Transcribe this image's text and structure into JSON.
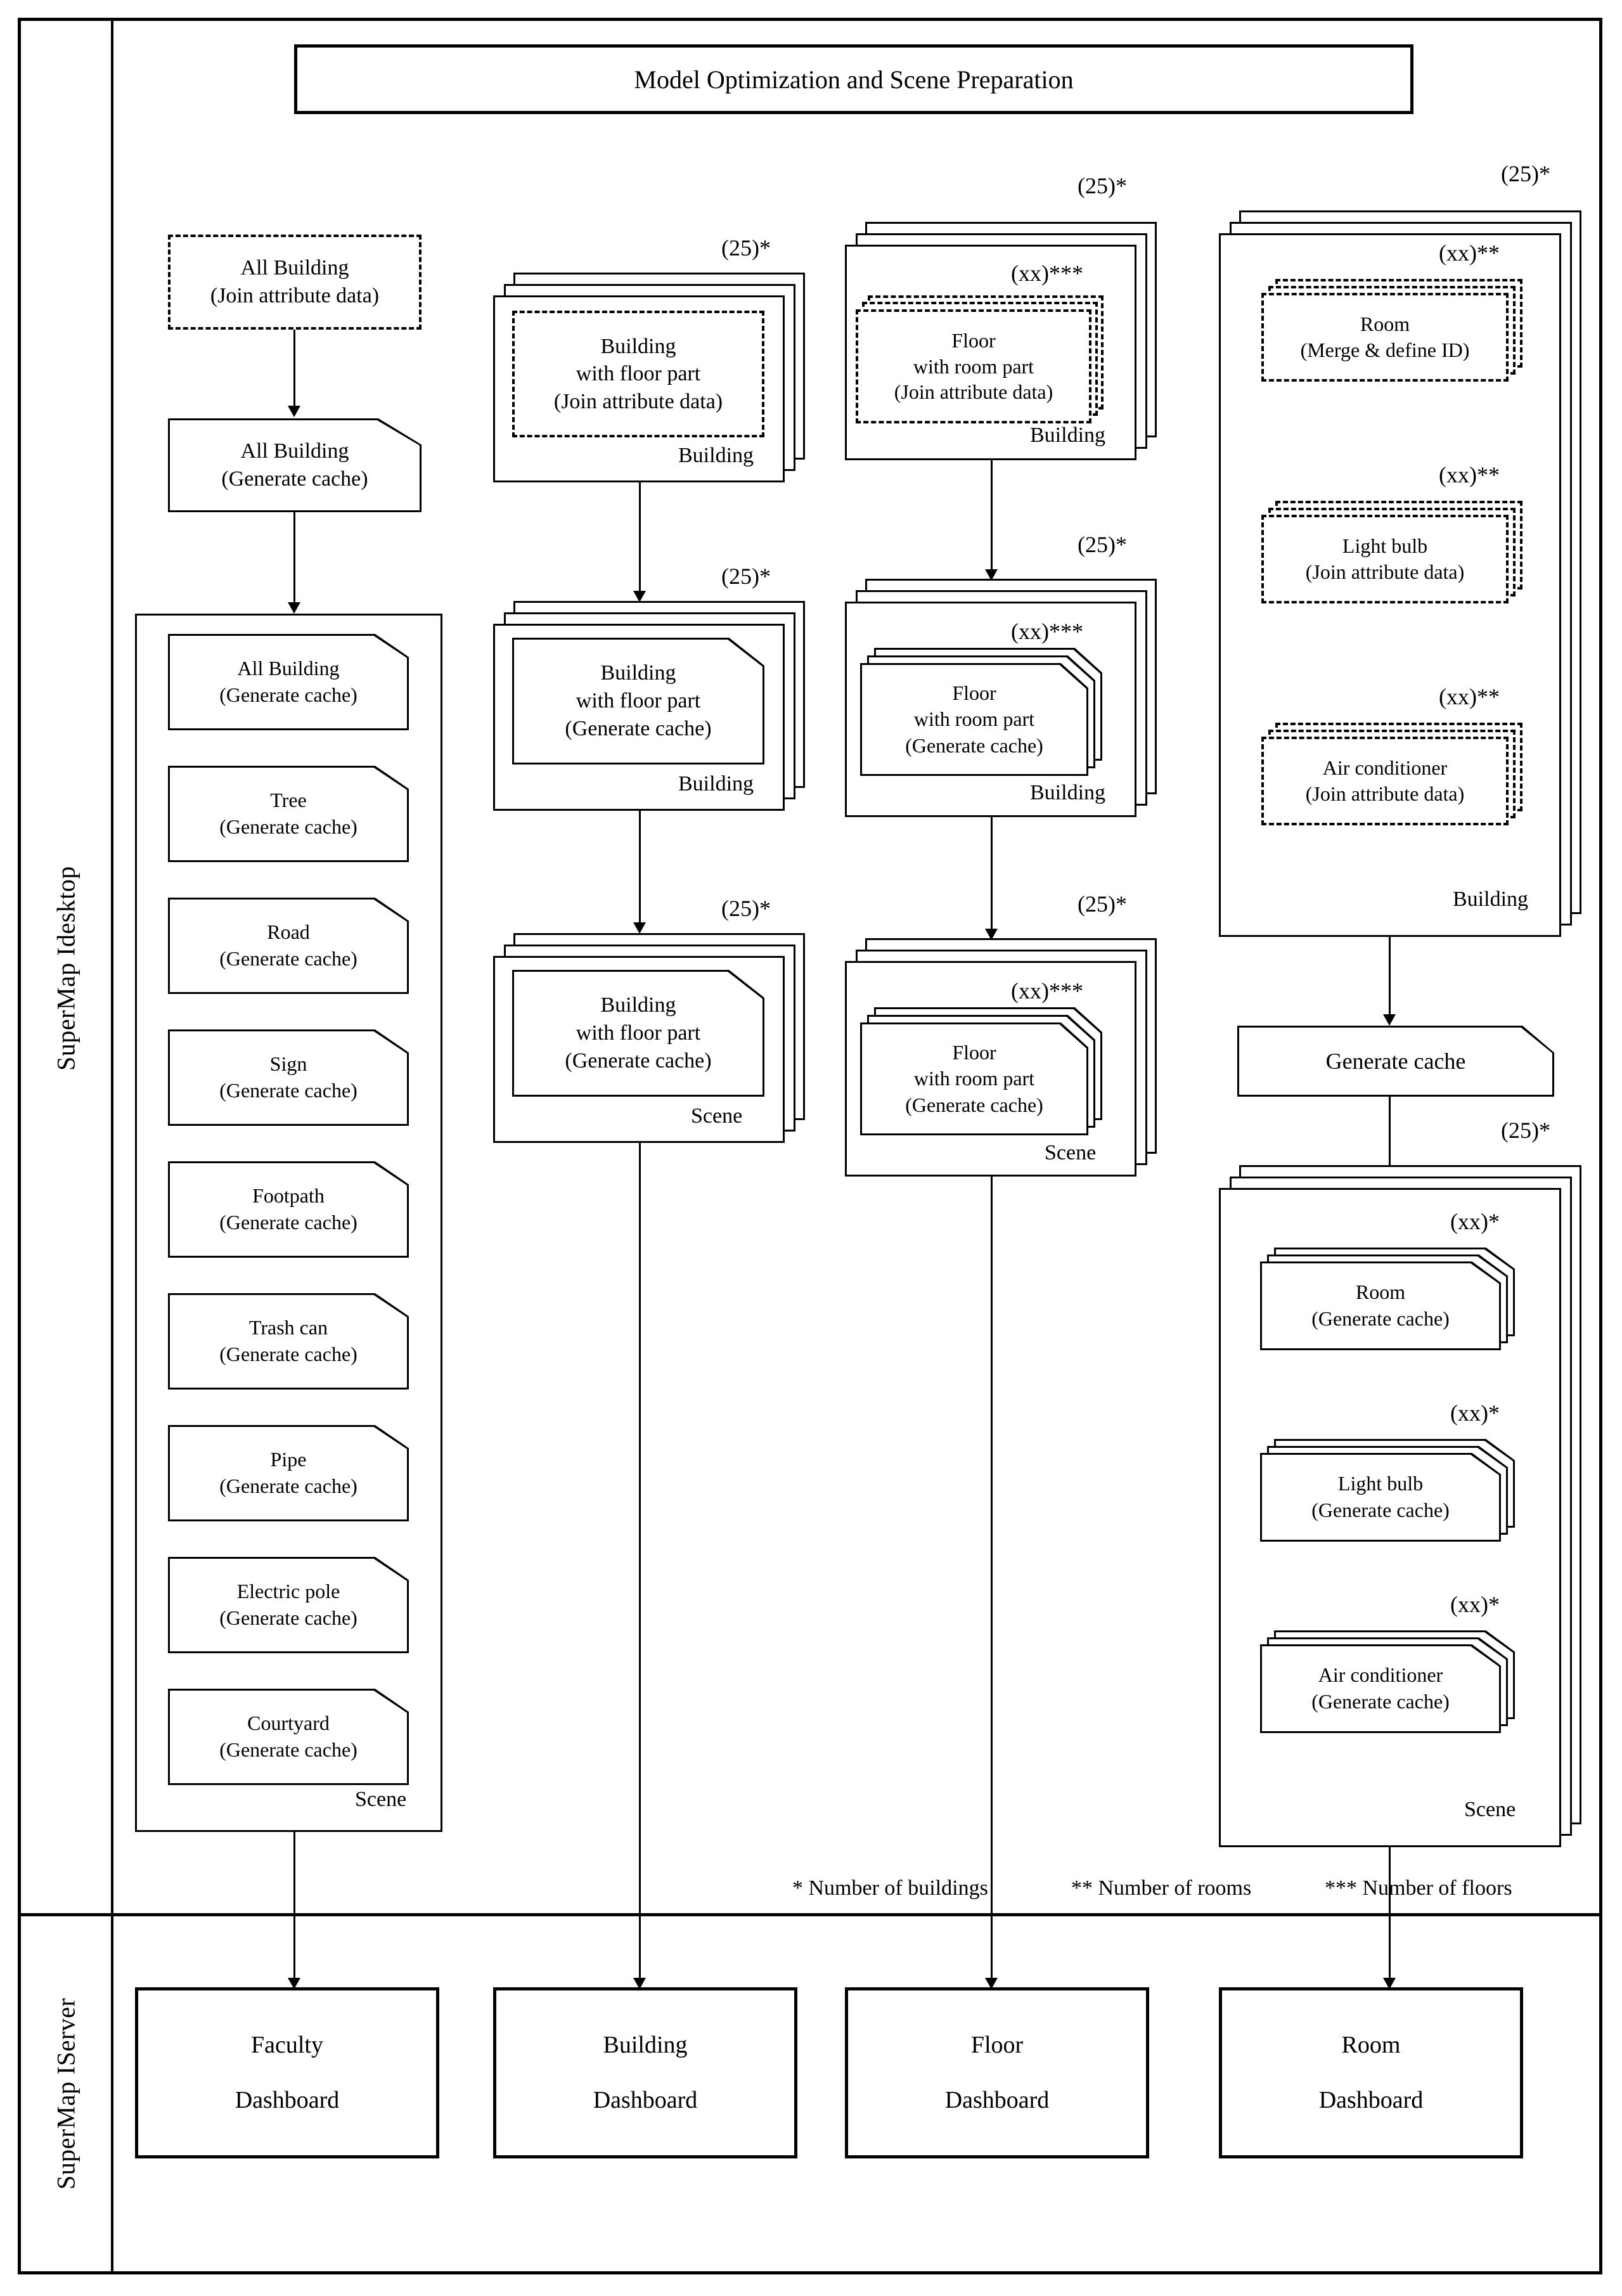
{
  "title": "Model Optimization and Scene Preparation",
  "swimlanes": {
    "top": "SuperMap Idesktop",
    "bottom": "SuperMap IServer"
  },
  "legend": {
    "one_star": "* Number of buildings",
    "two_star": "** Number of rooms",
    "three_star": "*** Number of floors"
  },
  "multiplicity": {
    "buildings": "(25)*",
    "rooms": "(xx)**",
    "floors": "(xx)***",
    "per_building": "(xx)*"
  },
  "container_tags": {
    "building": "Building",
    "scene": "Scene"
  },
  "col1": {
    "join_box": {
      "line1": "All Building",
      "line2": "(Join attribute data)"
    },
    "cache_box": {
      "line1": "All Building",
      "line2": "(Generate cache)"
    },
    "scene_group_tag": "Scene",
    "items": [
      {
        "line1": "All Building",
        "line2": "(Generate cache)"
      },
      {
        "line1": "Tree",
        "line2": "(Generate cache)"
      },
      {
        "line1": "Road",
        "line2": "(Generate cache)"
      },
      {
        "line1": "Sign",
        "line2": "(Generate cache)"
      },
      {
        "line1": "Footpath",
        "line2": "(Generate cache)"
      },
      {
        "line1": "Trash can",
        "line2": "(Generate cache)"
      },
      {
        "line1": "Pipe",
        "line2": "(Generate cache)"
      },
      {
        "line1": "Electric pole",
        "line2": "(Generate cache)"
      },
      {
        "line1": "Courtyard",
        "line2": "(Generate cache)"
      }
    ]
  },
  "col2": {
    "join": {
      "line1": "Building",
      "line2": "with floor part",
      "line3": "(Join attribute data)",
      "tag": "Building",
      "count": "(25)*"
    },
    "cache_building": {
      "line1": "Building",
      "line2": "with floor part",
      "line3": "(Generate cache)",
      "tag": "Building",
      "count": "(25)*"
    },
    "cache_scene": {
      "line1": "Building",
      "line2": "with floor part",
      "line3": "(Generate cache)",
      "tag": "Scene",
      "count": "(25)*"
    }
  },
  "col3": {
    "join": {
      "line1": "Floor",
      "line2": "with room part",
      "line3": "(Join attribute data)",
      "tag": "Building",
      "outer_count": "(25)*",
      "inner_count": "(xx)***"
    },
    "cache_building": {
      "line1": "Floor",
      "line2": "with room part",
      "line3": "(Generate cache)",
      "tag": "Building",
      "outer_count": "(25)*",
      "inner_count": "(xx)***"
    },
    "cache_scene": {
      "line1": "Floor",
      "line2": "with room part",
      "line3": "(Generate cache)",
      "tag": "Scene",
      "outer_count": "(25)*",
      "inner_count": "(xx)***"
    }
  },
  "col4": {
    "building_group": {
      "outer_count": "(25)*",
      "tag": "Building",
      "items": [
        {
          "line1": "Room",
          "line2": "(Merge & define ID)",
          "count": "(xx)**"
        },
        {
          "line1": "Light bulb",
          "line2": "(Join attribute data)",
          "count": "(xx)**"
        },
        {
          "line1": "Air conditioner",
          "line2": "(Join attribute data)",
          "count": "(xx)**"
        }
      ]
    },
    "generate_cache": "Generate cache",
    "scene_group": {
      "outer_count": "(25)*",
      "tag": "Scene",
      "items": [
        {
          "line1": "Room",
          "line2": "(Generate cache)",
          "count": "(xx)*"
        },
        {
          "line1": "Light bulb",
          "line2": "(Generate cache)",
          "count": "(xx)*"
        },
        {
          "line1": "Air conditioner",
          "line2": "(Generate cache)",
          "count": "(xx)*"
        }
      ]
    }
  },
  "dashboards": [
    {
      "line1": "Faculty",
      "line2": "Dashboard"
    },
    {
      "line1": "Building",
      "line2": "Dashboard"
    },
    {
      "line1": "Floor",
      "line2": "Dashboard"
    },
    {
      "line1": "Room",
      "line2": "Dashboard"
    }
  ]
}
